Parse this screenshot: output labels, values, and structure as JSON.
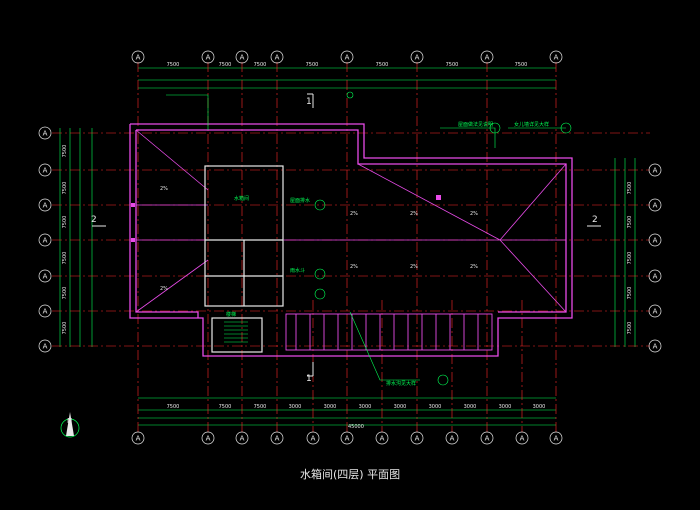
{
  "drawing": {
    "title": "水箱间(四层) 平面图",
    "north_label": "N",
    "colors": {
      "background": "#000000",
      "axis": "#ff2a2a",
      "wall": "#e84be8",
      "dimension": "#00ff55",
      "text": "#e8e8e8",
      "roof": "#e84be8"
    },
    "section_marks": {
      "top": "1",
      "bottom": "1",
      "left": "2",
      "right": "2"
    },
    "grid_bubbles": {
      "top": [
        "A",
        "A",
        "A",
        "A",
        "A",
        "A",
        "A",
        "A"
      ],
      "bottom": [
        "A",
        "A",
        "A",
        "A",
        "A",
        "A",
        "A",
        "A",
        "A",
        "A",
        "A",
        "A"
      ],
      "left": [
        "A",
        "A",
        "A",
        "A",
        "A",
        "A",
        "A"
      ],
      "right": [
        "A",
        "A",
        "A",
        "A",
        "A",
        "A"
      ]
    },
    "top_dims": [
      "7500",
      "7500",
      "7500",
      "7500",
      "7500",
      "7500",
      "7500"
    ],
    "bottom_dims": [
      "7500",
      "7500",
      "7500",
      "3000",
      "3000",
      "3000",
      "3000",
      "3000",
      "3000",
      "3000",
      "3000"
    ],
    "overall_dim": "45000",
    "room_labels": {
      "tank_room": "水箱间",
      "stair": "楼梯",
      "label_a": "屋面排水",
      "label_b": "雨水斗"
    },
    "slope_labels": [
      "2%",
      "2%",
      "2%",
      "2%",
      "2%",
      "2%",
      "2%",
      "2%"
    ],
    "leaders": [
      "屋面做法见说明",
      "女儿墙详见大样",
      "排水沟见大样"
    ]
  }
}
